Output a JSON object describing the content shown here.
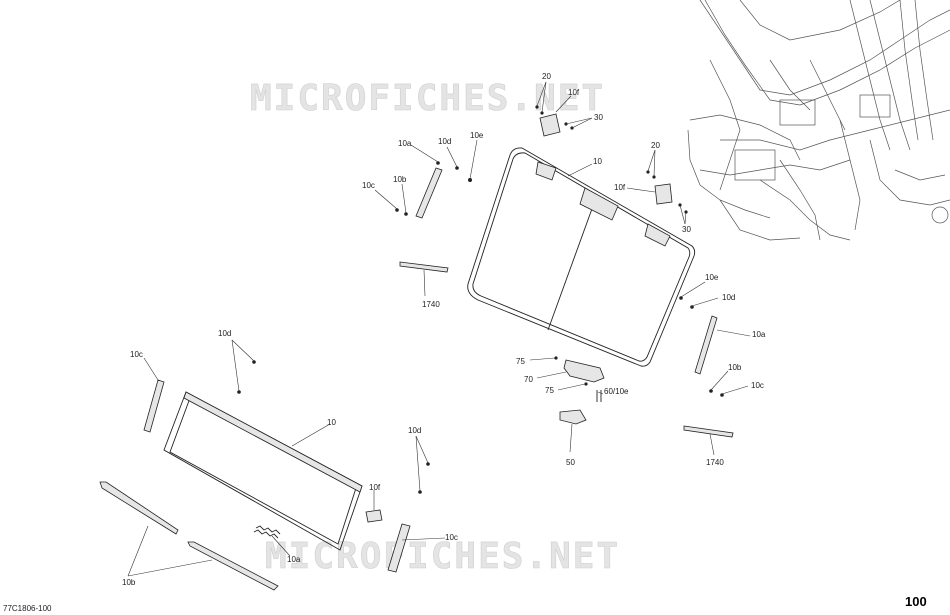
{
  "watermark": {
    "text": "MICROFICHES.NET"
  },
  "drawing_number": "77C1806-100",
  "page_number": "100",
  "callouts": {
    "upper_left_strut": {
      "a": "10a",
      "b": "10b",
      "c": "10c",
      "d": "10d",
      "e": "10e"
    },
    "upper_right_strut": {
      "a": "10a",
      "b": "10b",
      "c": "10c",
      "d": "10d",
      "e": "10e"
    },
    "upper_window": "10",
    "upper_hinge_left": {
      "screw": "20",
      "bracket": "10f",
      "bolt": "30"
    },
    "upper_hinge_right": {
      "screw": "20",
      "bracket": "10f",
      "bolt": "30"
    },
    "seal_left": "1740",
    "seal_right": "1740",
    "latch": {
      "screw_top": "75",
      "latch": "70",
      "screw_bottom": "75",
      "pins": "60/10e",
      "handle": "50"
    },
    "lower_window": "10",
    "lower_left": {
      "strut": "10c",
      "screw": "10d"
    },
    "lower_right": {
      "screw": "10d",
      "strut": "10c"
    },
    "lower_bracket": "10f",
    "lower_spring": "10a",
    "lower_trim": "10b"
  }
}
